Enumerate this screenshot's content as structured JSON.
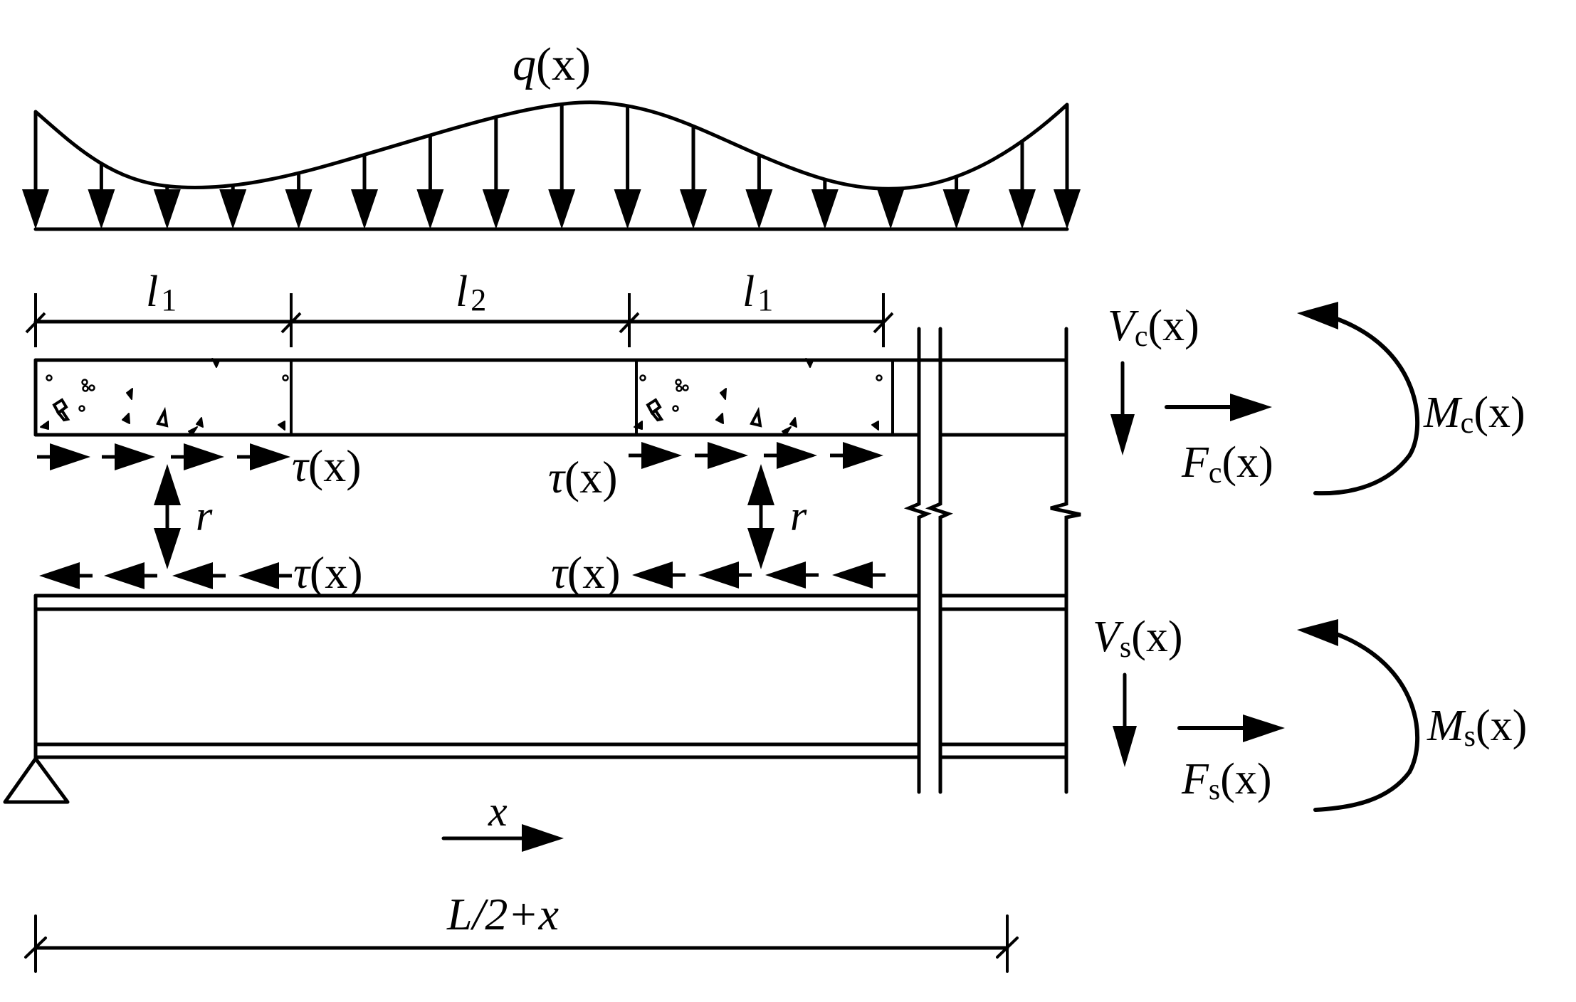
{
  "diagram": {
    "title": "Composite beam free-body diagram with partial shear connection",
    "colors": {
      "ink": "#000000",
      "background": "#ffffff"
    },
    "load": {
      "label": "q(x)",
      "label_main": "q",
      "label_arg": "(x)",
      "arrow_count": 17,
      "shape": "smooth varying distributed load, peak near mid-span, dip near right, rising at right end"
    },
    "segments": [
      {
        "label_main": "l",
        "label_sub": "1",
        "label": "l1",
        "type": "concrete-filled (shear connector zone)"
      },
      {
        "label_main": "l",
        "label_sub": "2",
        "label": "l2",
        "type": "unfilled"
      },
      {
        "label_main": "l",
        "label_sub": "1",
        "label": "l1",
        "type": "concrete-filled (shear connector zone)"
      }
    ],
    "interface": {
      "shear_label": "τ(x)",
      "shear_main": "τ",
      "shear_arg": "(x)",
      "spacing_label": "r",
      "upper_arrows_direction": "right",
      "lower_arrows_direction": "left",
      "arrows_per_group": 4
    },
    "concrete_section": {
      "shear": {
        "main": "V",
        "sub": "c",
        "arg": "(x)",
        "label": "Vc(x)",
        "direction": "down"
      },
      "axial": {
        "main": "F",
        "sub": "c",
        "arg": "(x)",
        "label": "Fc(x)",
        "direction": "right"
      },
      "moment": {
        "main": "M",
        "sub": "c",
        "arg": "(x)",
        "label": "Mc(x)",
        "direction": "counter-clockwise"
      }
    },
    "steel_section": {
      "shear": {
        "main": "V",
        "sub": "s",
        "arg": "(x)",
        "label": "Vs(x)",
        "direction": "down"
      },
      "axial": {
        "main": "F",
        "sub": "s",
        "arg": "(x)",
        "label": "Fs(x)",
        "direction": "right"
      },
      "moment": {
        "main": "M",
        "sub": "s",
        "arg": "(x)",
        "label": "Ms(x)",
        "direction": "counter-clockwise"
      }
    },
    "axis": {
      "label": "x",
      "direction": "right"
    },
    "span_dimension": {
      "label": "L/2+x",
      "main": "L/2+",
      "var": "x"
    },
    "support": {
      "type": "pin"
    }
  }
}
